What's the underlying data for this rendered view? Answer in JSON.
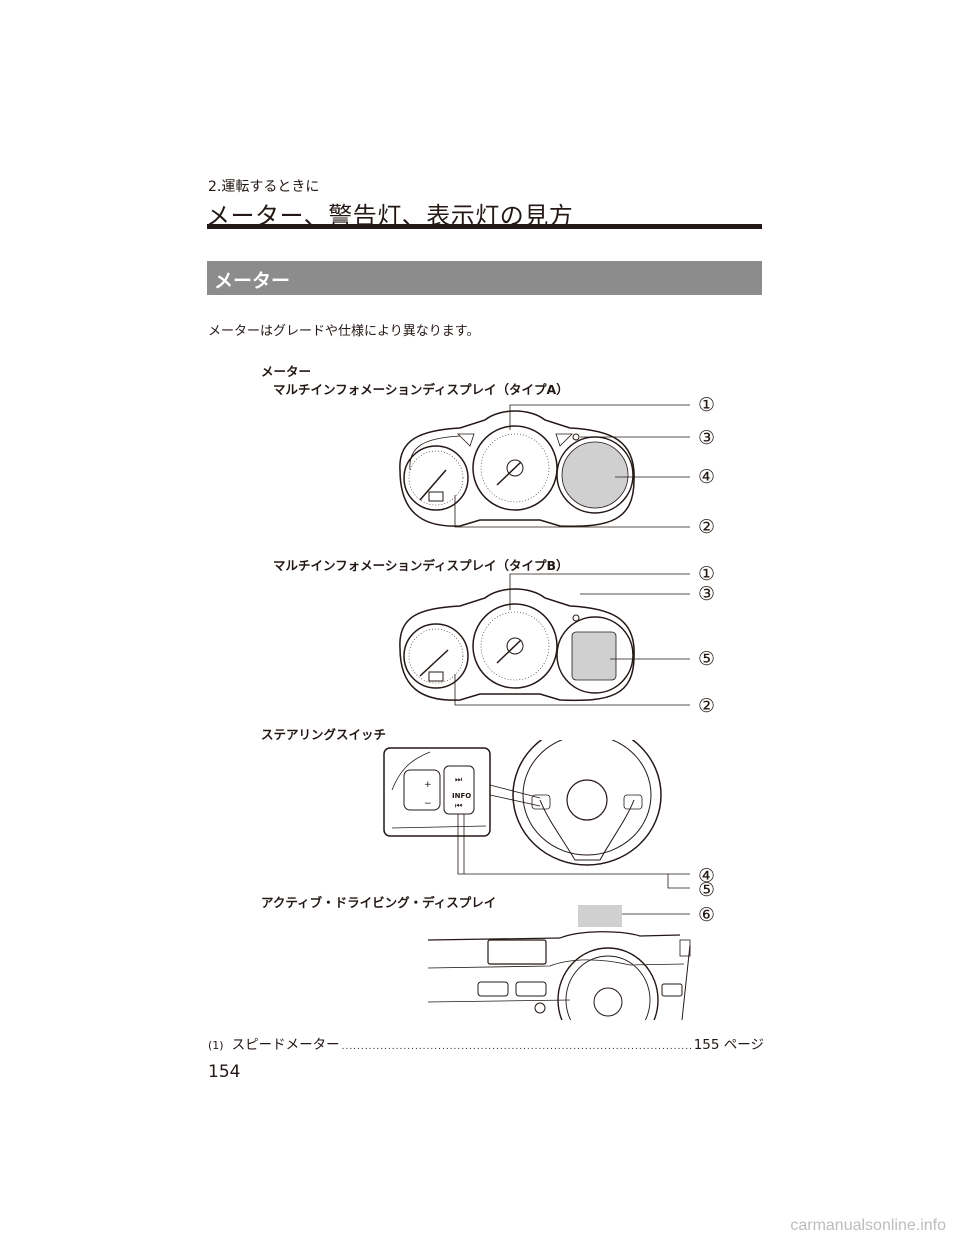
{
  "header": {
    "chapter": "2.運転するときに",
    "title": "メーター、警告灯、表示灯の見方"
  },
  "section": {
    "title": "メーター"
  },
  "intro": "メーターはグレードや仕様により異なります。",
  "figure": {
    "meter_label": "メーター",
    "type_a_label": "マルチインフォメーションディスプレイ（タイプA）",
    "type_b_label": "マルチインフォメーションディスプレイ（タイプB）",
    "steering_label": "ステアリングスイッチ",
    "ads_label": "アクティブ・ドライビング・ディスプレイ",
    "callouts": {
      "c1": "①",
      "c2": "②",
      "c3": "③",
      "c4": "④",
      "c5": "⑤",
      "c6": "⑥"
    },
    "switch_text": {
      "info": "INFO",
      "plus": "+",
      "minus": "−",
      "next": "⏭",
      "prev": "⏮"
    }
  },
  "footnote": {
    "index": "(1)",
    "text": "スピードメーター",
    "page_ref": "155 ページ"
  },
  "page_number": "154",
  "watermark": "carmanualsonline.info"
}
